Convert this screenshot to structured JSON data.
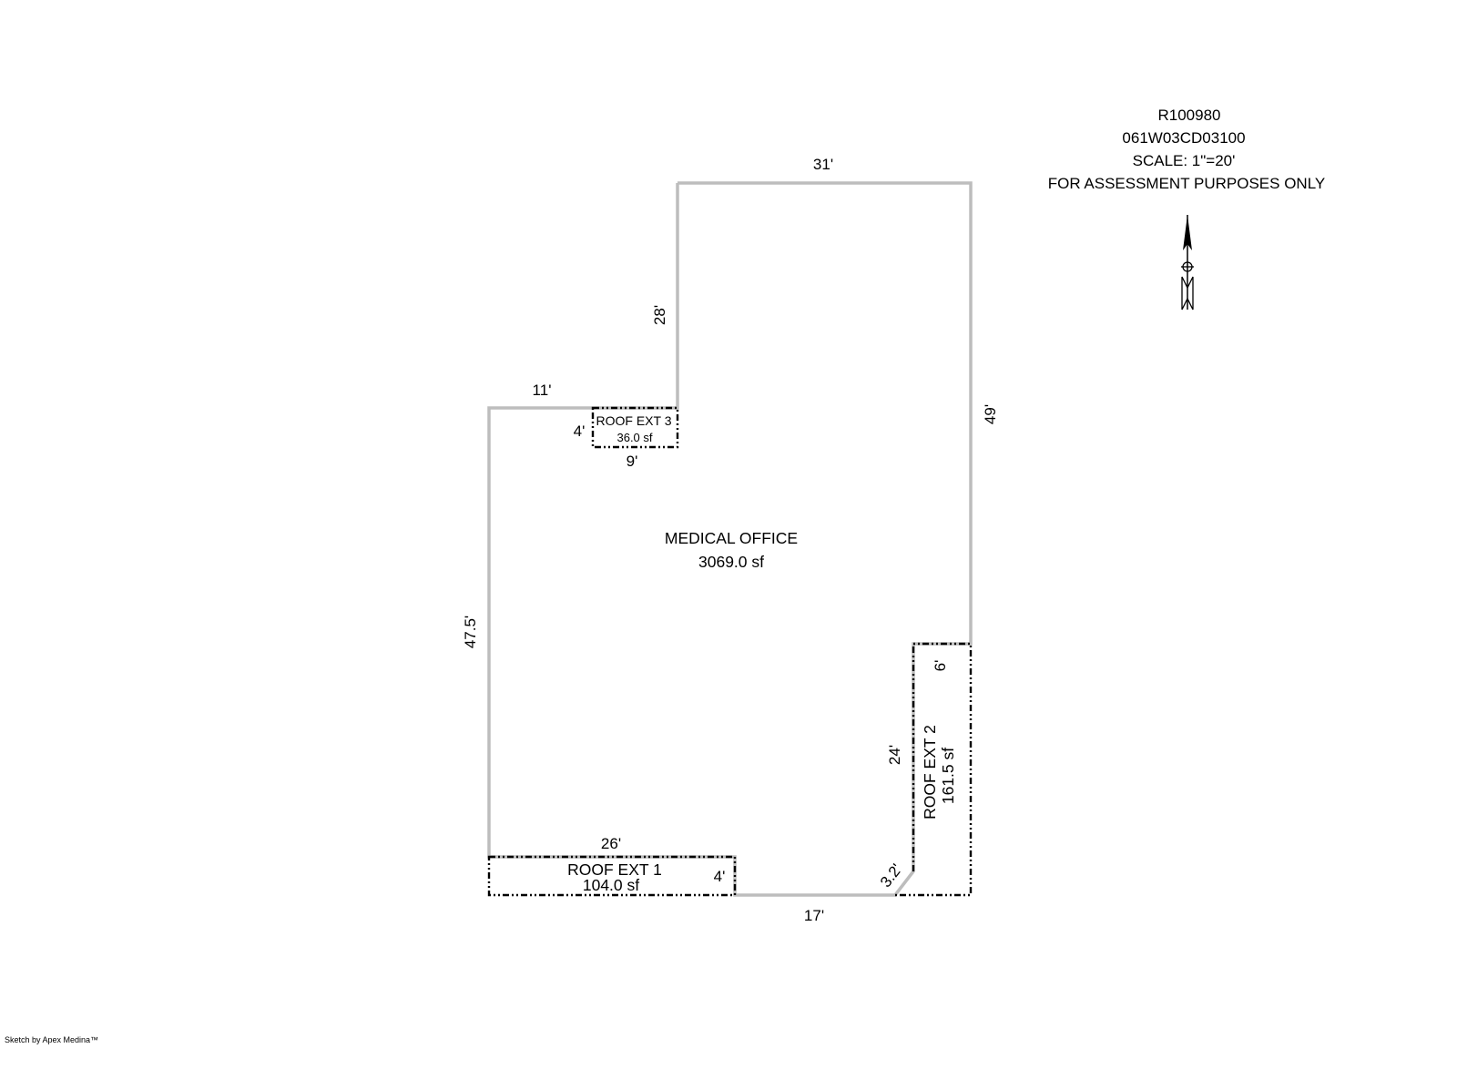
{
  "header": {
    "account": "R100980",
    "map_tax_lot": "061W03CD03100",
    "scale": "SCALE: 1\"=20'",
    "note": "FOR ASSESSMENT PURPOSES ONLY"
  },
  "areas": {
    "main": {
      "name": "MEDICAL OFFICE",
      "area": "3069.0 sf"
    },
    "roof_ext_1": {
      "name": "ROOF EXT 1",
      "area": "104.0 sf"
    },
    "roof_ext_2": {
      "name": "ROOF EXT 2",
      "area": "161.5 sf"
    },
    "roof_ext_3": {
      "name": "ROOF EXT 3",
      "area": "36.0 sf"
    }
  },
  "dimensions": {
    "top": "31'",
    "upper_left_vertical": "28'",
    "left_step": "11'",
    "right_side": "49'",
    "left_side": "47.5'",
    "roof1_top": "26'",
    "roof1_side": "4'",
    "bottom": "17'",
    "diagonal": "3.2'",
    "roof2_side": "24'",
    "roof2_top": "6'",
    "roof3_side": "4'",
    "roof3_bottom": "9'"
  },
  "credit": "Sketch by Apex Medina™"
}
